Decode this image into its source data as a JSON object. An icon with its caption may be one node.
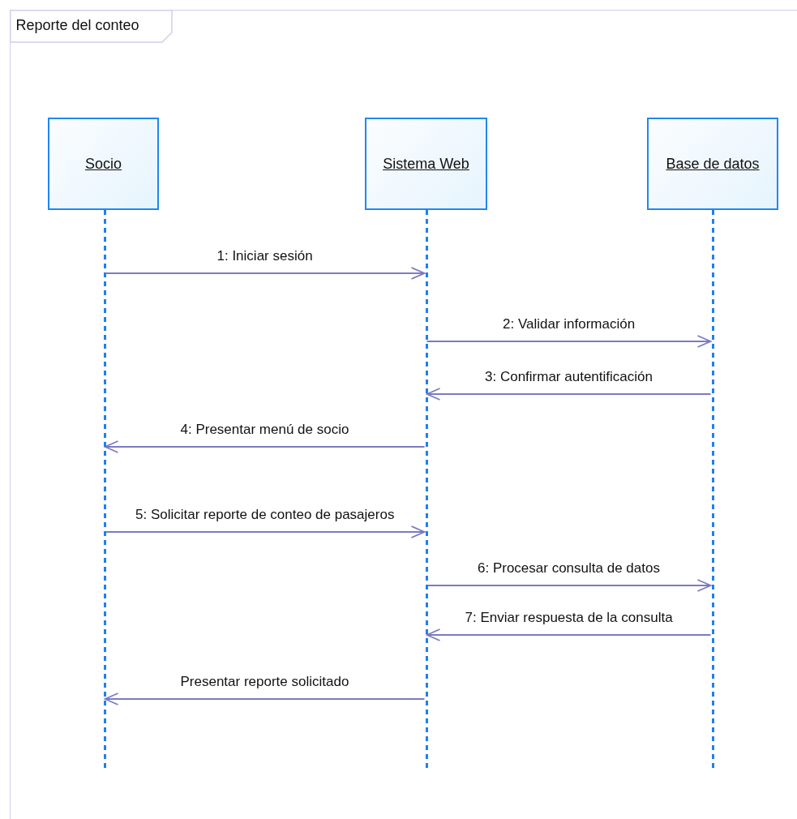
{
  "diagram": {
    "nodes": [
      {
        "text": [
          "Reporte del conteo"
        ]
      },
      {
        "text": [
          "Socio"
        ],
        "in": 0
      },
      {
        "text": [
          "Sistema Web"
        ],
        "in": 0
      },
      {
        "text": [
          "Base de datos"
        ],
        "in": 0
      },
      {
        "text": [],
        "shape": "line",
        "in": 0
      },
      {
        "text": [],
        "shape": "line",
        "in": 0
      },
      {
        "text": [],
        "shape": "line",
        "in": 0
      }
    ],
    "edges": [
      {
        "from": 4,
        "to": 5,
        "arrow": "to",
        "label": "1: Iniciar sesión"
      },
      {
        "from": 5,
        "to": 6,
        "arrow": "to",
        "label": "2: Validar información"
      },
      {
        "from": 6,
        "to": 5,
        "arrow": "to",
        "label": "3: Confirmar autentificación"
      },
      {
        "from": 5,
        "to": 4,
        "arrow": "to",
        "label": "4: Presentar menú de socio"
      },
      {
        "from": 4,
        "to": 5,
        "arrow": "to",
        "label": "5: Solicitar reporte de conteo de pasajeros"
      },
      {
        "from": 5,
        "to": 6,
        "arrow": "to",
        "label": "6: Procesar consulta de datos"
      },
      {
        "from": 6,
        "to": 5,
        "arrow": "to",
        "label": "7: Enviar respuesta de la consulta"
      },
      {
        "from": 5,
        "to": 4,
        "arrow": "to",
        "label": "Presentar reporte solicitado"
      }
    ]
  }
}
